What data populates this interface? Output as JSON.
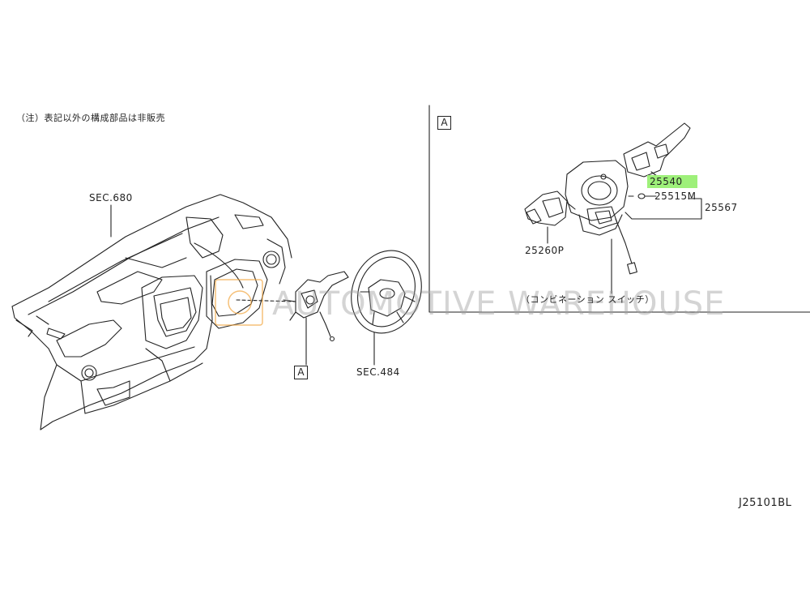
{
  "note": "（注）表記以外の構成部品は非販売",
  "labels": {
    "sec680": "SEC.680",
    "sec484": "SEC.484",
    "boxA_left": "A",
    "boxA_panel": "A",
    "p25540": "25540",
    "p25515M": "25515M",
    "p25567": "25567",
    "p25260P": "25260P",
    "combination_switch": "（コンビネーション スイッチ）",
    "diagram_id": "J25101BL"
  },
  "watermark": "AUTOMOTIVE WAREHOUSE",
  "colors": {
    "highlight": "#9ef07a",
    "line": "#222222",
    "watermark_logo": "#f2a640"
  }
}
